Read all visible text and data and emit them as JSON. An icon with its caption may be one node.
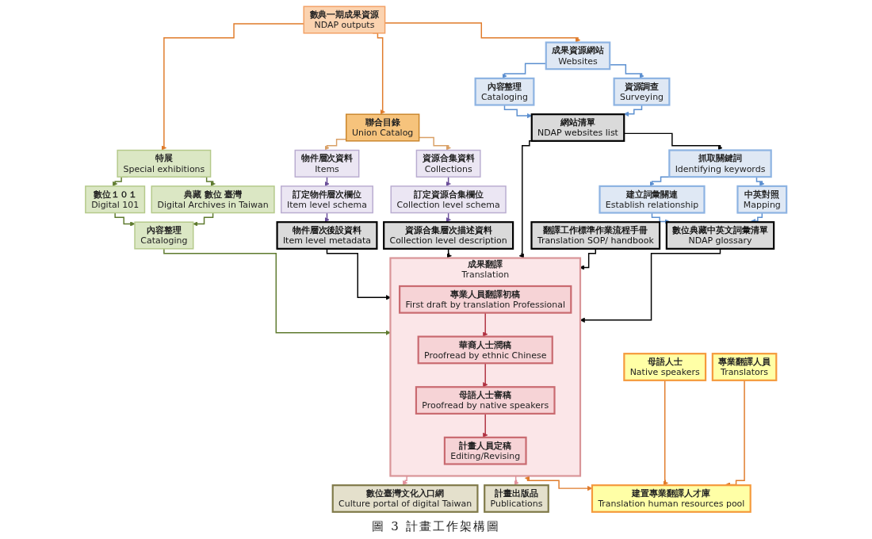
{
  "diagram": {
    "caption": "圖 3 計畫工作架構圖",
    "nodes": [
      {
        "text": [
          "數典一期成果資源",
          "NDAP outputs"
        ]
      },
      {
        "text": [
          "成果資源網站",
          "Websites"
        ]
      },
      {
        "text": [
          "聯合目錄",
          "Union Catalog"
        ]
      },
      {
        "text": [
          "特展",
          "Special exhibitions"
        ]
      },
      {
        "text": [
          "資源調查",
          "Surveying"
        ]
      },
      {
        "text": [
          "內容整理",
          "Cataloging"
        ]
      },
      {
        "text": [
          "資源合集資料",
          "Collections"
        ]
      },
      {
        "text": [
          "物件層次資料",
          "Items"
        ]
      },
      {
        "text": [
          "典藏 數位 臺灣",
          "Digital Archives in Taiwan"
        ]
      },
      {
        "text": [
          "數位１０１",
          "Digital 101"
        ]
      },
      {
        "text": [
          "網站清單",
          "NDAP websites list"
        ]
      },
      {
        "text": [
          "訂定資源合集欄位",
          "Collection level schema"
        ]
      },
      {
        "text": [
          "訂定物件層次欄位",
          "Item level schema"
        ]
      },
      {
        "text": [
          "內容整理",
          "Cataloging"
        ]
      },
      {
        "text": [
          "抓取關鍵詞",
          "Identifying keywords"
        ]
      },
      {
        "text": [
          "資源合集層次描述資料",
          "Collection level description"
        ]
      },
      {
        "text": [
          "物件層次後設資料",
          "Item level metadata"
        ]
      },
      {
        "text": [
          "中英對照",
          "Mapping"
        ]
      },
      {
        "text": [
          "建立詞彙關連",
          "Establish relationship"
        ]
      },
      {
        "text": [
          "成果翻譯",
          "Translation"
        ]
      },
      {
        "text": [
          "專業人員翻譯初稿",
          "First draft by translation Professional"
        ],
        "in": 19
      },
      {
        "text": [
          "華裔人士潤稿",
          "Proofread by ethnic Chinese"
        ],
        "in": 19
      },
      {
        "text": [
          "母語人士審稿",
          "Proofread by native speakers"
        ],
        "in": 19
      },
      {
        "text": [
          "計畫人員定稿",
          "Editing/Revising"
        ],
        "in": 19
      },
      {
        "text": [
          "母語人士",
          "Native speakers"
        ]
      },
      {
        "text": [
          "專業翻譯人員",
          "Translators"
        ]
      },
      {
        "text": [
          "數位典藏中英文詞彙清單",
          "NDAP glossary"
        ]
      },
      {
        "text": [
          "建置專業翻譯人才庫",
          "Translation human resources pool"
        ]
      },
      {
        "text": [
          "翻譯工作標準作業流程手冊",
          "Translation SOP/ handbook"
        ]
      },
      {
        "text": [
          "計畫出版品",
          "Publications"
        ]
      },
      {
        "text": [
          "數位臺灣文化入口網",
          "Culture portal of digital Taiwan"
        ]
      }
    ],
    "edges": [
      {
        "from": 0,
        "to": 1,
        "arrow": "to",
        "color": "#e07b2a"
      },
      {
        "from": 0,
        "to": 2,
        "arrow": "to",
        "color": "#e07b2a"
      },
      {
        "from": 0,
        "to": 3,
        "arrow": "to",
        "color": "#e07b2a"
      },
      {
        "from": 1,
        "to": 4,
        "arrow": "to"
      },
      {
        "from": 1,
        "to": 5,
        "arrow": "to"
      },
      {
        "from": 2,
        "to": 6,
        "arrow": "to",
        "color": "#d9a066"
      },
      {
        "from": 2,
        "to": 7,
        "arrow": "to",
        "color": "#d9a066"
      },
      {
        "from": 3,
        "to": 8,
        "arrow": "to",
        "color": "#5e7a2e"
      },
      {
        "from": 3,
        "to": 9,
        "arrow": "to",
        "color": "#5e7a2e"
      },
      {
        "from": 4,
        "to": 10,
        "arrow": "to"
      },
      {
        "from": 5,
        "to": 10,
        "arrow": "to"
      },
      {
        "from": 6,
        "to": 11,
        "arrow": "to",
        "color": "#6a4e9a"
      },
      {
        "from": 7,
        "to": 12,
        "arrow": "to",
        "color": "#6a4e9a"
      },
      {
        "from": 8,
        "to": 13,
        "arrow": "to",
        "color": "#5e7a2e"
      },
      {
        "from": 9,
        "to": 13,
        "arrow": "to",
        "color": "#5e7a2e"
      },
      {
        "from": 10,
        "to": 14,
        "arrow": "to",
        "color": "#000000"
      },
      {
        "from": 10,
        "to": 19,
        "arrow": "to",
        "color": "#000000"
      },
      {
        "from": 11,
        "to": 15,
        "arrow": "to",
        "color": "#6a4e9a"
      },
      {
        "from": 12,
        "to": 16,
        "arrow": "to",
        "color": "#6a4e9a"
      },
      {
        "from": 13,
        "to": 19,
        "arrow": "to",
        "color": "#5e7a2e"
      },
      {
        "from": 14,
        "to": 17,
        "arrow": "to"
      },
      {
        "from": 14,
        "to": 18,
        "arrow": "to"
      },
      {
        "from": 15,
        "to": 19,
        "arrow": "to",
        "color": "#000000"
      },
      {
        "from": 16,
        "to": 19,
        "arrow": "to",
        "color": "#000000"
      },
      {
        "from": 17,
        "to": 26,
        "arrow": "to"
      },
      {
        "from": 18,
        "to": 26,
        "arrow": "to"
      },
      {
        "from": 26,
        "to": 19,
        "arrow": "to",
        "color": "#000000"
      },
      {
        "from": 20,
        "to": 21,
        "arrow": "to",
        "color": "#b03040"
      },
      {
        "from": 21,
        "to": 22,
        "arrow": "to",
        "color": "#b03040"
      },
      {
        "from": 22,
        "to": 23,
        "arrow": "to",
        "color": "#b03040"
      },
      {
        "from": 24,
        "to": 27,
        "arrow": "to",
        "color": "#e07b2a"
      },
      {
        "from": 25,
        "to": 27,
        "arrow": "to",
        "color": "#e07b2a"
      },
      {
        "from": 27,
        "to": 19,
        "arrow": "both",
        "color": "#e07b2a"
      },
      {
        "from": 28,
        "to": 19,
        "arrow": "to",
        "color": "#000000"
      },
      {
        "from": 19,
        "to": 29,
        "arrow": "to",
        "color": "#e0909a"
      },
      {
        "from": 19,
        "to": 30,
        "arrow": "to",
        "color": "#e0909a"
      }
    ]
  }
}
